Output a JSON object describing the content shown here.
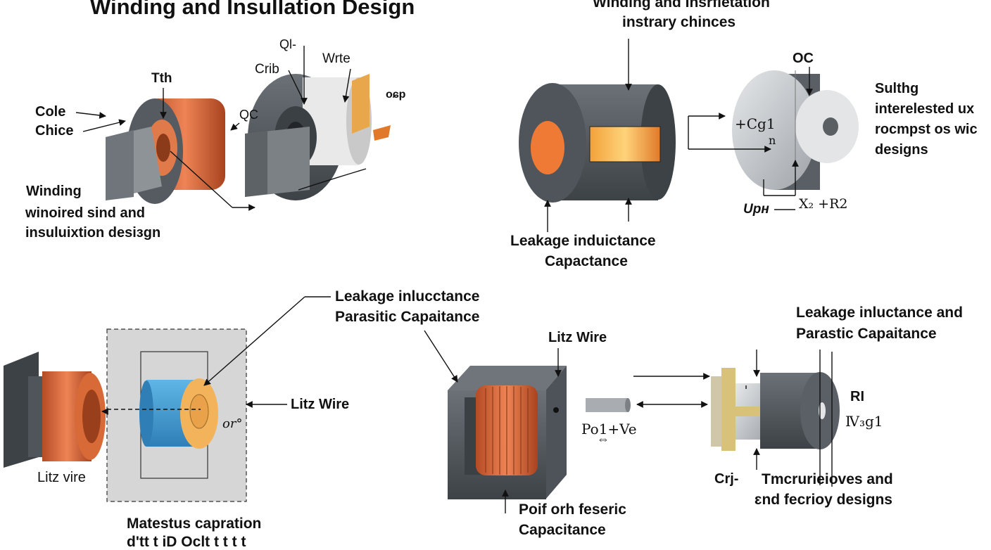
{
  "title": "Winding and Insullation Design",
  "panel_top_left": {
    "labels": {
      "tth": "Tth",
      "cole": "Cole",
      "chice": "Chice",
      "qc": "QC",
      "crib": "Crib",
      "ql": "Ql-",
      "wrte": "Wrte",
      "ocp": "oɕp",
      "winding": "Winding",
      "desc_line1": "winoired sind and",
      "desc_line2": "insuluixtion desiзgn"
    }
  },
  "panel_top_right": {
    "labels": {
      "header_line1": "Winding and Insrfietation",
      "header_line2": "instrary chinces",
      "oc": "OC",
      "cg1": "+Cg1",
      "n": "n",
      "uph": "Uрн",
      "x2r2": "X₂ +R2",
      "leak_line1": "Leakage induictance",
      "leak_line2": "Capactance",
      "side_line1": "Sulthg",
      "side_line2": "interelested ux",
      "side_line3": "rocmpst os wic",
      "side_line4": "designs"
    }
  },
  "panel_bottom_left": {
    "labels": {
      "leak_line1": "Leakage inlucctance",
      "leak_line2": "Parasitic Capaitance",
      "litz_wire": "Litz Wire",
      "or": "or°",
      "litz_vire": "Litz vire",
      "mat_line1": "Matestus capration",
      "mat_line2": "d'tt t iD Oclt t t t t"
    }
  },
  "panel_bottom_mid": {
    "labels": {
      "litz_wire": "Litz  Wire",
      "po": "Po1+Ve",
      "arrow_glyph": "⇔",
      "poif_line1": "Poif orh feseric",
      "poif_line2": "Capacitance"
    }
  },
  "panel_bottom_right": {
    "labels": {
      "leak_line1": "Leakage inluctance and",
      "leak_line2": "Parastic Capaitance",
      "ri": "RI",
      "vg1": "Ⅳ₃g1",
      "crj": "Crj-",
      "tm_line1": "Tmcruriеioves and",
      "tm_line2": "ɛnd fecrioy designs"
    }
  },
  "colors": {
    "copper": "#d9683a",
    "core_dark": "#4d5358",
    "core_mid": "#6b7177",
    "metal": "#b8bcc0",
    "gold": "#e8a74a",
    "blue": "#3f9bd2",
    "frame_bg": "#d6d6d6"
  }
}
